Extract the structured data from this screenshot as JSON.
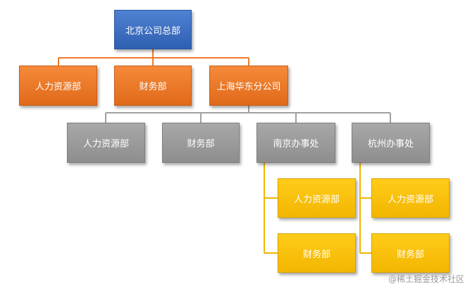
{
  "org": {
    "root": "北京公司总部",
    "level1": [
      "人力资源部",
      "财务部",
      "上海华东分公司"
    ],
    "level2": [
      "人力资源部",
      "财务部",
      "南京办事处",
      "杭州办事处"
    ],
    "nanjing_children": [
      "人力资源部",
      "财务部"
    ],
    "hangzhou_children": [
      "人力资源部",
      "财务部"
    ]
  },
  "colors": {
    "root": "#3a6cc0",
    "level1": "#ee7b2a",
    "level2": "#9b9b9b",
    "level3": "#f7c10a",
    "connector_l1": "#ee7b2a",
    "connector_l2": "#9b9b9b",
    "connector_l3": "#f2b600"
  },
  "watermark": "@稀土掘金技术社区"
}
